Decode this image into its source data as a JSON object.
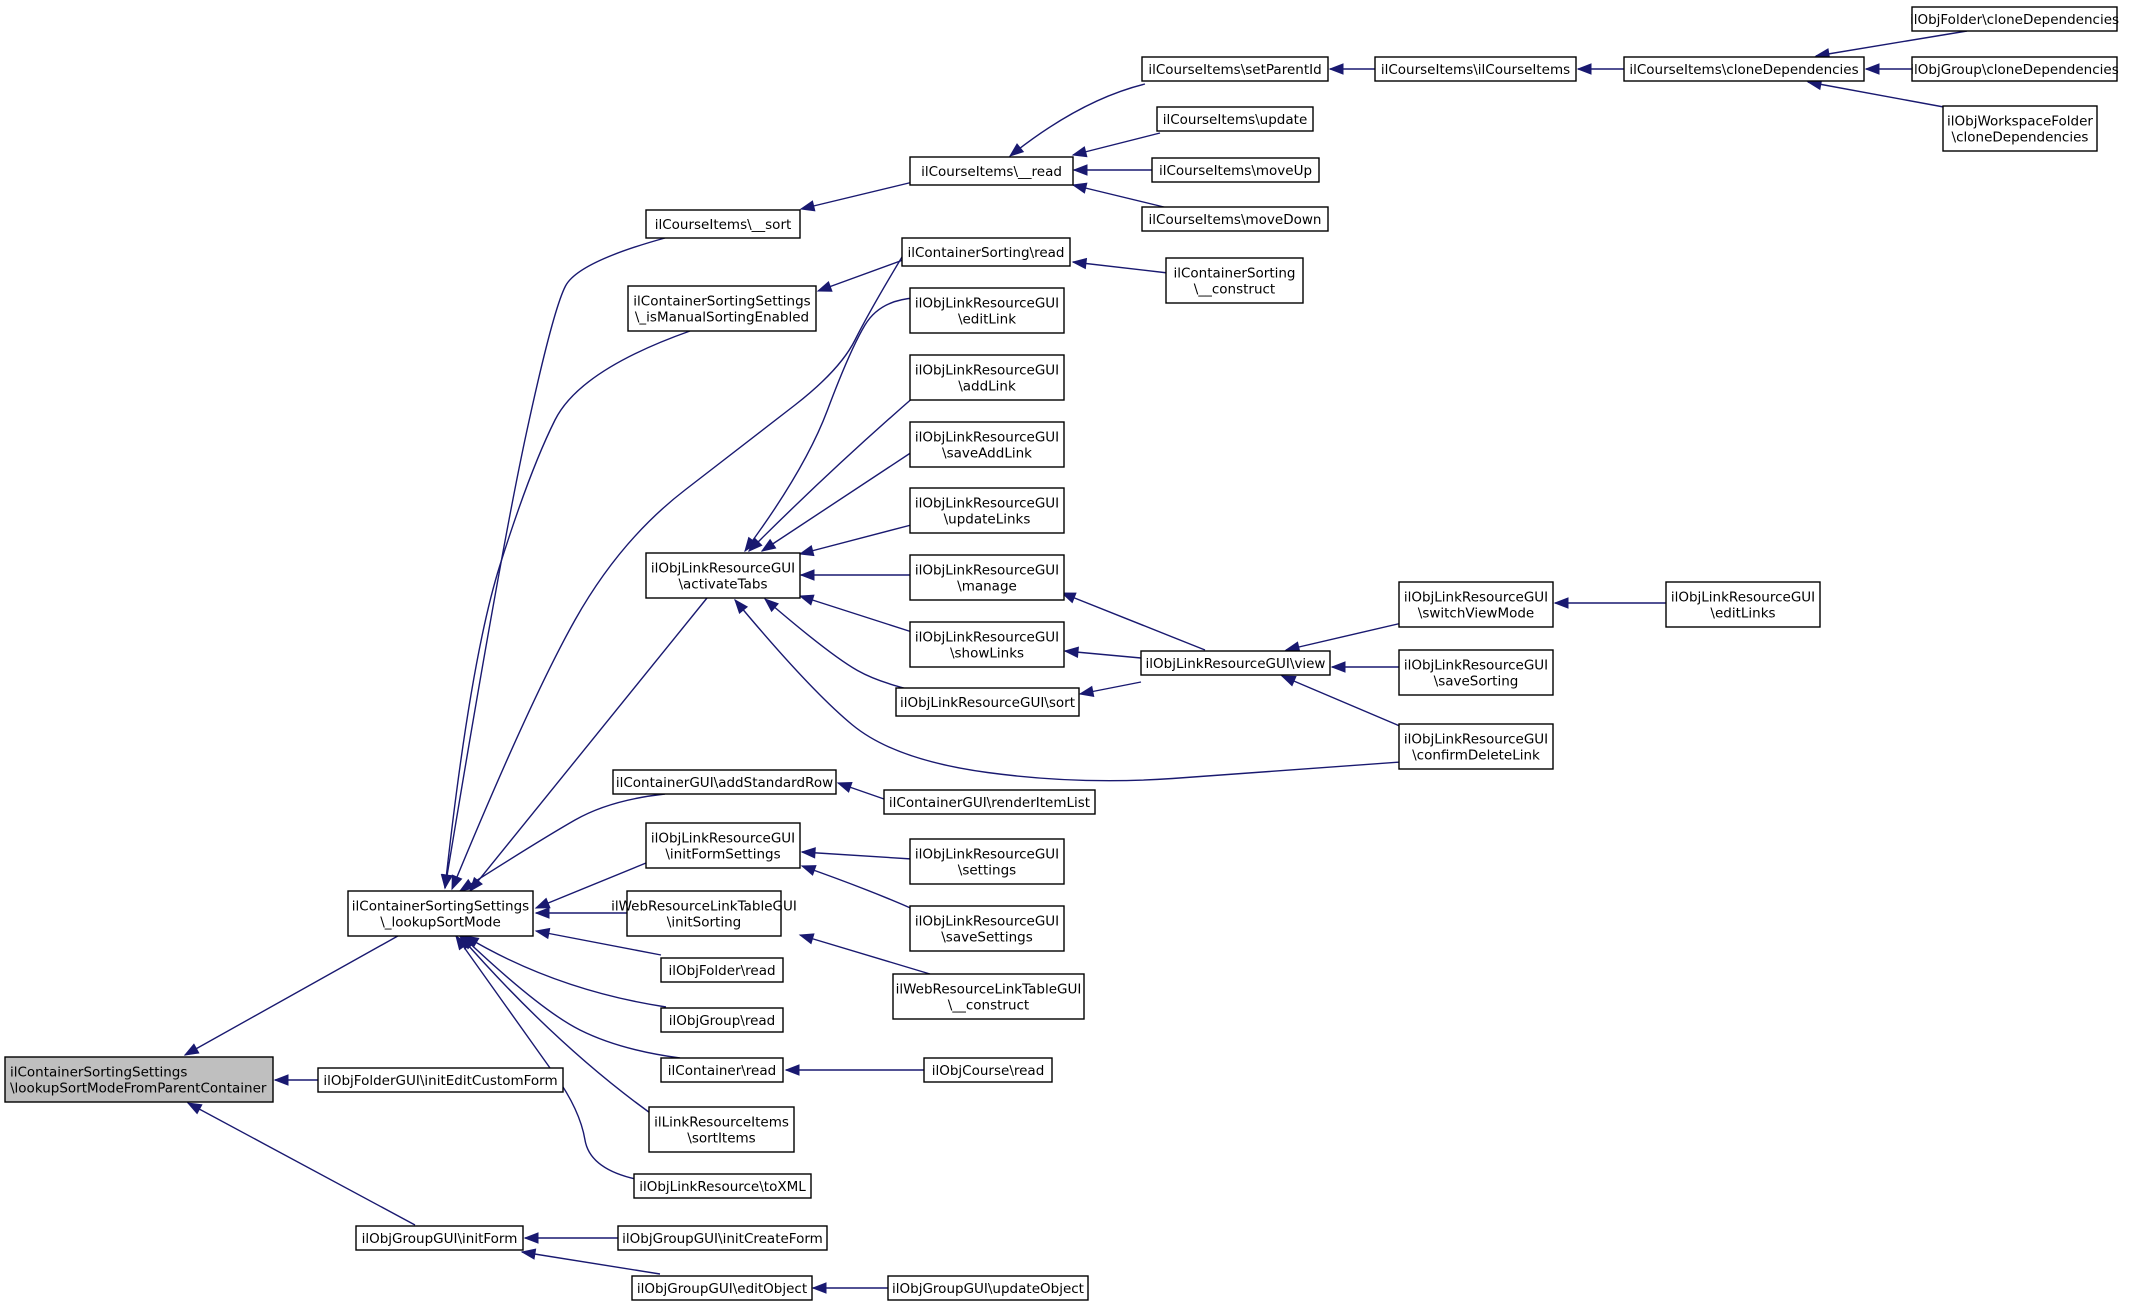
{
  "graph": {
    "colors": {
      "node_fill": "#ffffff",
      "root_fill": "#bfbfbf",
      "border": "#000000",
      "edge": "#191970"
    },
    "nodes": [
      {
        "id": "root",
        "lines": [
          "ilContainerSortingSettings",
          "\\lookupSortModeFromParentContainer"
        ],
        "root": true
      },
      {
        "id": "n1",
        "lines": [
          "ilContainerSortingSettings",
          "\\_lookupSortMode"
        ]
      },
      {
        "id": "n2",
        "lines": [
          "ilObjFolderGUI\\initEditCustomForm"
        ]
      },
      {
        "id": "n3",
        "lines": [
          "ilObjGroupGUI\\initForm"
        ]
      },
      {
        "id": "n4",
        "lines": [
          "ilCourseItems\\__sort"
        ]
      },
      {
        "id": "n5",
        "lines": [
          "ilContainerSortingSettings",
          "\\_isManualSortingEnabled"
        ]
      },
      {
        "id": "n6",
        "lines": [
          "ilObjLinkResourceGUI",
          "\\activateTabs"
        ]
      },
      {
        "id": "n7",
        "lines": [
          "ilContainerGUI\\addStandardRow"
        ]
      },
      {
        "id": "n8",
        "lines": [
          "ilObjLinkResourceGUI",
          "\\initFormSettings"
        ]
      },
      {
        "id": "n9",
        "lines": [
          "ilWebResourceLinkTableGUI",
          "\\initSorting"
        ]
      },
      {
        "id": "n10",
        "lines": [
          "ilObjFolder\\read"
        ]
      },
      {
        "id": "n11",
        "lines": [
          "ilObjGroup\\read"
        ]
      },
      {
        "id": "n12",
        "lines": [
          "ilContainer\\read"
        ]
      },
      {
        "id": "n13",
        "lines": [
          "ilLinkResourceItems",
          "\\sortItems"
        ]
      },
      {
        "id": "n14",
        "lines": [
          "ilObjLinkResource\\toXML"
        ]
      },
      {
        "id": "n15",
        "lines": [
          "ilObjGroupGUI\\initCreateForm"
        ]
      },
      {
        "id": "n16",
        "lines": [
          "ilObjGroupGUI\\editObject"
        ]
      },
      {
        "id": "n17",
        "lines": [
          "ilCourseItems\\__read"
        ]
      },
      {
        "id": "n18",
        "lines": [
          "ilContainerSorting\\read"
        ]
      },
      {
        "id": "n19",
        "lines": [
          "ilObjLinkResourceGUI",
          "\\editLink"
        ]
      },
      {
        "id": "n20",
        "lines": [
          "ilObjLinkResourceGUI",
          "\\addLink"
        ]
      },
      {
        "id": "n21",
        "lines": [
          "ilObjLinkResourceGUI",
          "\\saveAddLink"
        ]
      },
      {
        "id": "n22",
        "lines": [
          "ilObjLinkResourceGUI",
          "\\updateLinks"
        ]
      },
      {
        "id": "n23",
        "lines": [
          "ilObjLinkResourceGUI",
          "\\manage"
        ]
      },
      {
        "id": "n24",
        "lines": [
          "ilObjLinkResourceGUI",
          "\\showLinks"
        ]
      },
      {
        "id": "n25",
        "lines": [
          "ilObjLinkResourceGUI\\sort"
        ]
      },
      {
        "id": "n26",
        "lines": [
          "ilContainerGUI\\renderItemList"
        ]
      },
      {
        "id": "n27",
        "lines": [
          "ilObjLinkResourceGUI",
          "\\settings"
        ]
      },
      {
        "id": "n28",
        "lines": [
          "ilObjLinkResourceGUI",
          "\\saveSettings"
        ]
      },
      {
        "id": "n29",
        "lines": [
          "ilWebResourceLinkTableGUI",
          "\\__construct"
        ]
      },
      {
        "id": "n30",
        "lines": [
          "ilObjCourse\\read"
        ]
      },
      {
        "id": "n31",
        "lines": [
          "ilObjGroupGUI\\updateObject"
        ]
      },
      {
        "id": "n32",
        "lines": [
          "ilCourseItems\\setParentId"
        ]
      },
      {
        "id": "n33",
        "lines": [
          "ilCourseItems\\update"
        ]
      },
      {
        "id": "n34",
        "lines": [
          "ilCourseItems\\moveUp"
        ]
      },
      {
        "id": "n35",
        "lines": [
          "ilCourseItems\\moveDown"
        ]
      },
      {
        "id": "n36",
        "lines": [
          "ilContainerSorting",
          "\\__construct"
        ]
      },
      {
        "id": "n37",
        "lines": [
          "ilObjLinkResourceGUI\\view"
        ]
      },
      {
        "id": "n38",
        "lines": [
          "ilCourseItems\\ilCourseItems"
        ]
      },
      {
        "id": "n39",
        "lines": [
          "ilObjLinkResourceGUI",
          "\\switchViewMode"
        ]
      },
      {
        "id": "n40",
        "lines": [
          "ilObjLinkResourceGUI",
          "\\saveSorting"
        ]
      },
      {
        "id": "n41",
        "lines": [
          "ilObjLinkResourceGUI",
          "\\confirmDeleteLink"
        ]
      },
      {
        "id": "n42",
        "lines": [
          "ilCourseItems\\cloneDependencies"
        ]
      },
      {
        "id": "n43",
        "lines": [
          "ilObjLinkResourceGUI",
          "\\editLinks"
        ]
      },
      {
        "id": "n44",
        "lines": [
          "ilObjFolder\\cloneDependencies"
        ]
      },
      {
        "id": "n45",
        "lines": [
          "ilObjGroup\\cloneDependencies"
        ]
      },
      {
        "id": "n46",
        "lines": [
          "ilObjWorkspaceFolder",
          "\\cloneDependencies"
        ]
      }
    ],
    "edges": [
      [
        "root",
        "n1"
      ],
      [
        "root",
        "n2"
      ],
      [
        "root",
        "n3"
      ],
      [
        "n1",
        "n4"
      ],
      [
        "n1",
        "n5"
      ],
      [
        "n1",
        "n18"
      ],
      [
        "n1",
        "n6"
      ],
      [
        "n1",
        "n7"
      ],
      [
        "n1",
        "n8"
      ],
      [
        "n1",
        "n9"
      ],
      [
        "n1",
        "n10"
      ],
      [
        "n1",
        "n11"
      ],
      [
        "n1",
        "n12"
      ],
      [
        "n1",
        "n13"
      ],
      [
        "n1",
        "n14"
      ],
      [
        "n3",
        "n15"
      ],
      [
        "n3",
        "n16"
      ],
      [
        "n4",
        "n17"
      ],
      [
        "n5",
        "n18"
      ],
      [
        "n6",
        "n19"
      ],
      [
        "n6",
        "n20"
      ],
      [
        "n6",
        "n21"
      ],
      [
        "n6",
        "n22"
      ],
      [
        "n6",
        "n23"
      ],
      [
        "n6",
        "n24"
      ],
      [
        "n6",
        "n25"
      ],
      [
        "n6",
        "n41"
      ],
      [
        "n7",
        "n26"
      ],
      [
        "n8",
        "n27"
      ],
      [
        "n8",
        "n28"
      ],
      [
        "n9",
        "n29"
      ],
      [
        "n12",
        "n30"
      ],
      [
        "n16",
        "n31"
      ],
      [
        "n17",
        "n32"
      ],
      [
        "n17",
        "n33"
      ],
      [
        "n17",
        "n34"
      ],
      [
        "n17",
        "n35"
      ],
      [
        "n18",
        "n36"
      ],
      [
        "n23",
        "n37"
      ],
      [
        "n24",
        "n37"
      ],
      [
        "n25",
        "n37"
      ],
      [
        "n32",
        "n38"
      ],
      [
        "n37",
        "n39"
      ],
      [
        "n37",
        "n40"
      ],
      [
        "n37",
        "n41"
      ],
      [
        "n38",
        "n42"
      ],
      [
        "n39",
        "n43"
      ],
      [
        "n42",
        "n44"
      ],
      [
        "n42",
        "n45"
      ],
      [
        "n42",
        "n46"
      ]
    ]
  }
}
